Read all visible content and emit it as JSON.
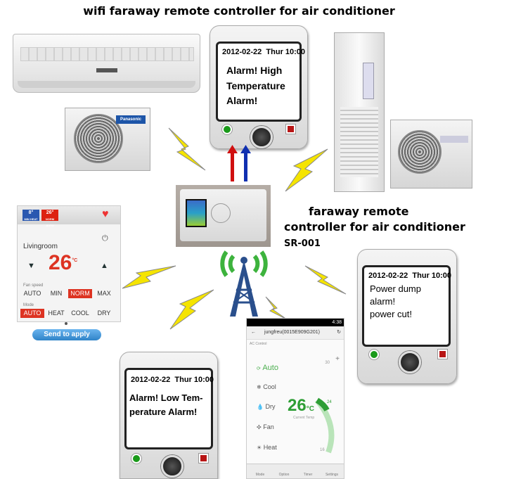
{
  "title": "wifi faraway remote controller for air conditioner",
  "product": {
    "subtitle_line1": "faraway remote",
    "subtitle_line2": "controller for air conditioner",
    "model": "SR-001"
  },
  "phones": {
    "top": {
      "date": "2012-02-22",
      "day_time": "Thur 10:00",
      "message_lines": [
        "Alarm! High",
        "Temperature",
        "Alarm!"
      ]
    },
    "right": {
      "date": "2012-02-22",
      "day_time": "Thur 10:00",
      "message_lines": [
        "Power dump",
        "alarm!",
        "power cut!"
      ]
    },
    "bottom": {
      "date": "2012-02-22",
      "day_time": "Thur 10:00",
      "message_lines": [
        "Alarm! Low Tem-",
        "perature Alarm!"
      ]
    }
  },
  "ac_brand": "Panasonic",
  "left_app": {
    "chip_min_temp": "8°",
    "chip_min_label": "MIN HEAT",
    "chip_norm_temp": "26°",
    "chip_norm_label": "NORM AUTO",
    "room": "Livingroom",
    "temperature": "26",
    "unit": "°C",
    "fan_speed_label": "Fan speed",
    "fan_options": [
      "AUTO",
      "MIN",
      "NORM",
      "MAX"
    ],
    "fan_selected": "NORM",
    "mode_label": "Mode",
    "mode_options": [
      "AUTO",
      "HEAT",
      "COOL",
      "DRY"
    ],
    "mode_selected": "AUTO",
    "send_button": "Send to apply"
  },
  "android_app": {
    "status_time": "4:38",
    "header_title": "jungfreu(0015E909G201)",
    "section": "AC Control",
    "modes": [
      "Auto",
      "Cool",
      "Dry",
      "Fan",
      "Heat"
    ],
    "active_mode": "Auto",
    "temperature": "26",
    "unit": "°C",
    "temp_caption": "Current Temp",
    "scale_top": "24",
    "scale_bottom": "16",
    "scale_right": "30",
    "nav": [
      "Mode",
      "Option",
      "Timer",
      "Settings"
    ]
  },
  "colors": {
    "alarm_red": "#d32f2f",
    "ok_green": "#1a9a1a",
    "signal_green": "#3db33d",
    "tower_blue": "#2a4f8c",
    "bolt_yellow": "#f5e400",
    "arrow_red": "#d01010",
    "arrow_blue": "#1030b0"
  }
}
